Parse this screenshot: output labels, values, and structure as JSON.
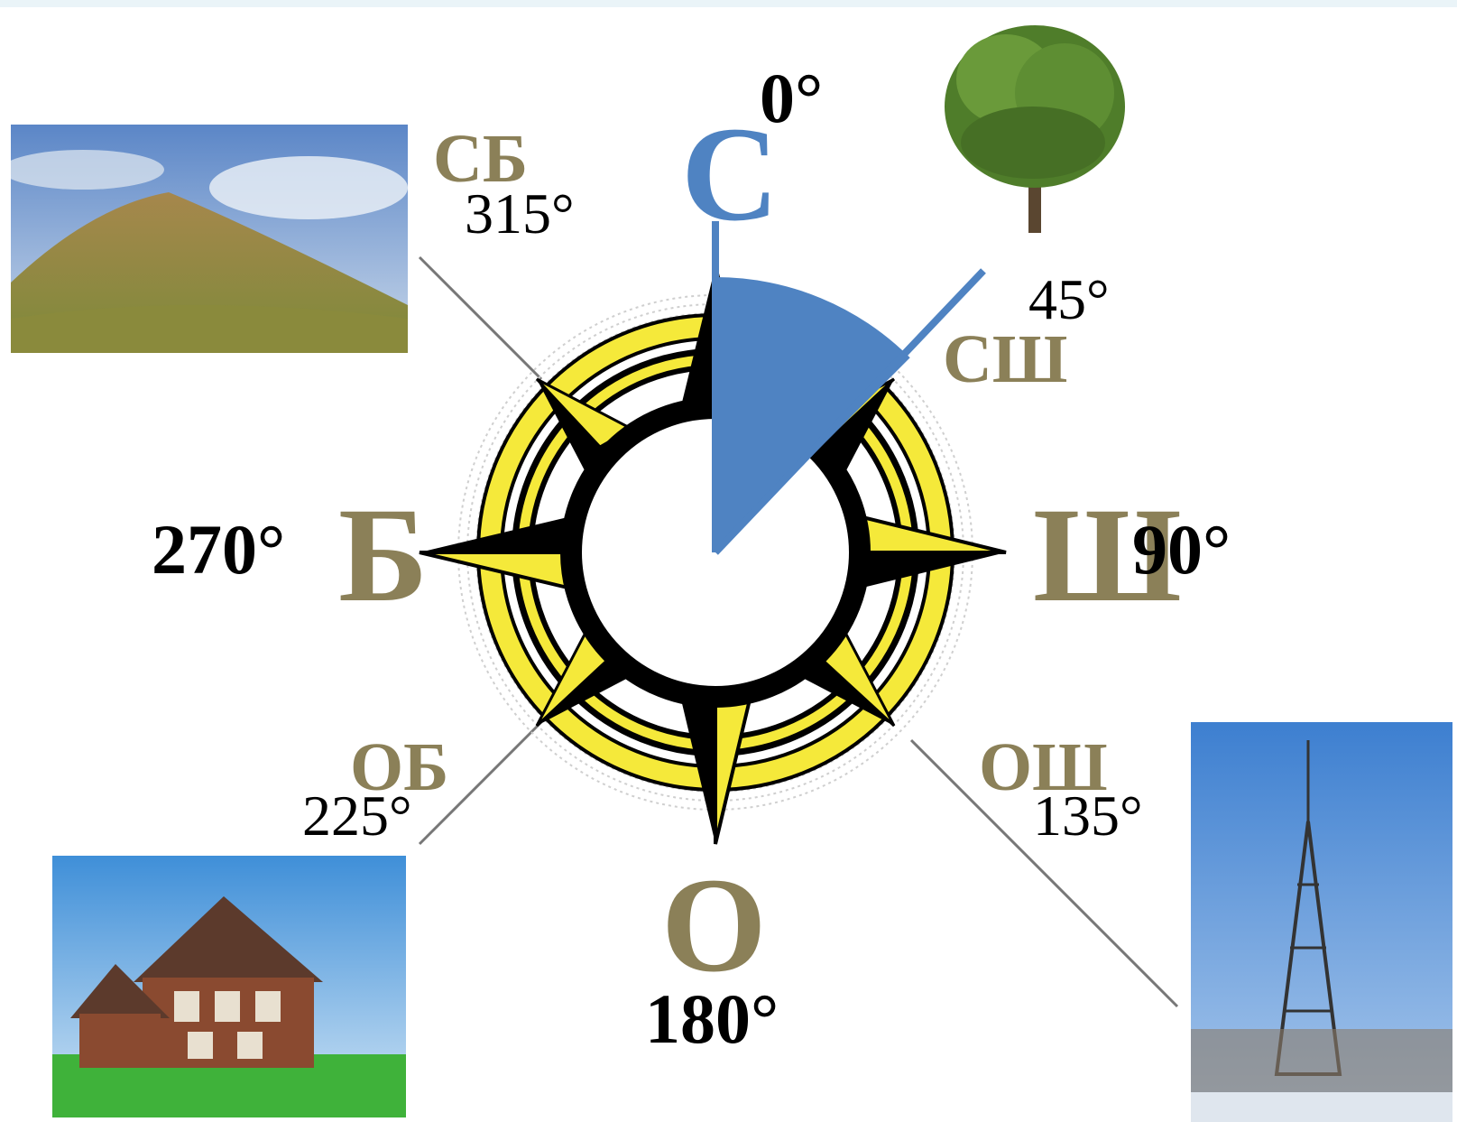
{
  "angle_labels": {
    "n": "0°",
    "ne": "45°",
    "e": "90°",
    "se": "135°",
    "s": "180°",
    "sw": "225°",
    "w": "270°",
    "nw": "315°"
  },
  "direction_labels": {
    "n": "С",
    "ne": "СШ",
    "e": "Ш",
    "se": "ОШ",
    "s": "О",
    "sw": "ОБ",
    "w": "Б",
    "nw": "СБ"
  },
  "sector": {
    "from_degrees": 0,
    "to_degrees": 45
  },
  "colors": {
    "compass_yellow": "#f5e93a",
    "compass_black": "#000000",
    "sector_blue": "#4f83c2",
    "label_olive": "#8b8058",
    "line_gray": "#777777"
  },
  "pictures": [
    "hill-photo",
    "tree-photo",
    "house-photo",
    "tower-photo"
  ]
}
